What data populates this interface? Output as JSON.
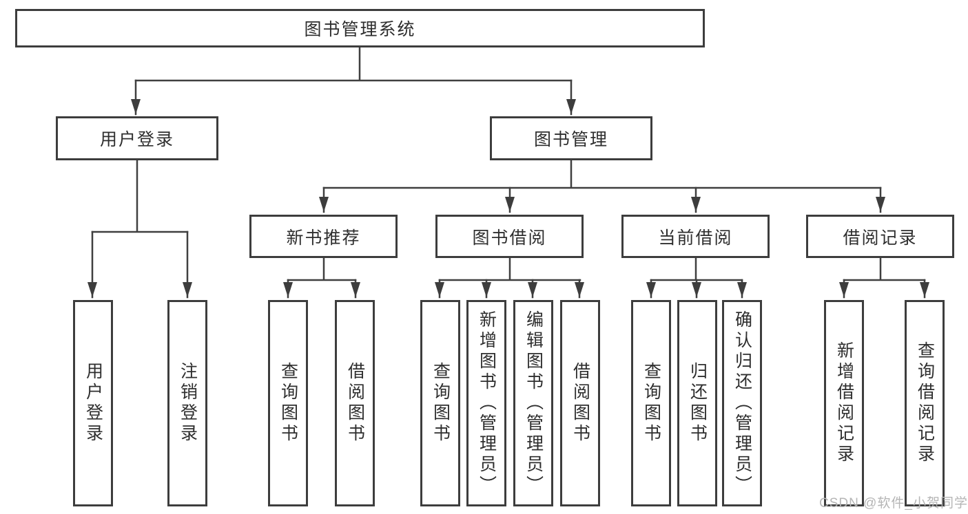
{
  "colors": {
    "background": "#ffffff",
    "line": "#3f3f3f",
    "box_border": "#3d3d3d",
    "text": "#2e2e2e",
    "watermark": "#b5b5b5"
  },
  "tree": {
    "root": "图书管理系统",
    "branches": [
      {
        "label": "用户登录",
        "leaves": [
          "用户登录",
          "注销登录"
        ]
      },
      {
        "label": "图书管理",
        "sections": [
          {
            "label": "新书推荐",
            "leaves": [
              "查询图书",
              "借阅图书"
            ]
          },
          {
            "label": "图书借阅",
            "leaves": [
              "查询图书",
              "新增图书（管理员）",
              "编辑图书（管理员）",
              "借阅图书"
            ]
          },
          {
            "label": "当前借阅",
            "leaves": [
              "查询图书",
              "归还图书",
              "确认归还（管理员）"
            ]
          },
          {
            "label": "借阅记录",
            "leaves": [
              "新增借阅记录",
              "查询借阅记录"
            ]
          }
        ]
      }
    ]
  },
  "watermark": {
    "text": "CSDN @软件_小贺同学"
  }
}
